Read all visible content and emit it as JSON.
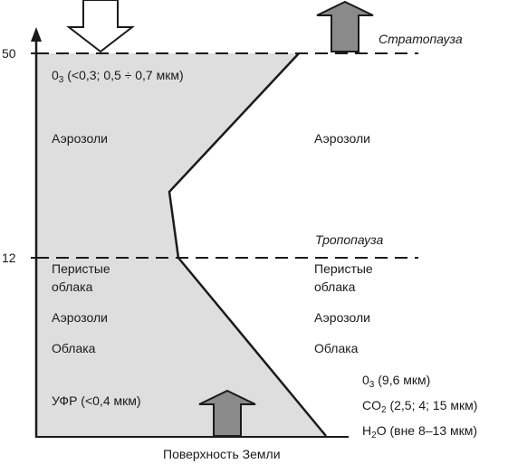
{
  "axis": {
    "tick_high": "50",
    "tick_low": "12",
    "bottom_label": "Поверхность Земли"
  },
  "boundaries": {
    "stratopause": "Стратопауза",
    "tropopause": "Тропопауза"
  },
  "left": {
    "ozone_prefix": "0",
    "ozone_sub": "3",
    "ozone_rest": " (<0,3;  0,5 ÷ 0,7 мкм)",
    "aerosols_upper": "Аэрозоли",
    "cirrus_line1": "Перистые",
    "cirrus_line2": "облака",
    "aerosols_lower": "Аэрозоли",
    "clouds": "Облака",
    "uv": "УФР (<0,4 мкм)"
  },
  "right": {
    "aerosols_upper": "Аэрозоли",
    "cirrus_line1": "Перистые",
    "cirrus_line2": "облака",
    "aerosols_lower": "Аэрозоли",
    "clouds": "Облака",
    "ozone_prefix": "0",
    "ozone_sub": "3",
    "ozone_rest": " (9,6 мкм)",
    "co2_prefix": "CO",
    "co2_sub": "2",
    "co2_rest": " (2,5;  4;  15 мкм)",
    "h2o_prefix": "H",
    "h2o_sub": "2",
    "h2o_rest": "O  (вне 8–13 мкм)"
  },
  "colors": {
    "shaded_region": "#dedede",
    "up_arrow_fill": "#8a8a8a",
    "down_arrow_fill": "#ffffff",
    "line": "#1a1a1a"
  }
}
